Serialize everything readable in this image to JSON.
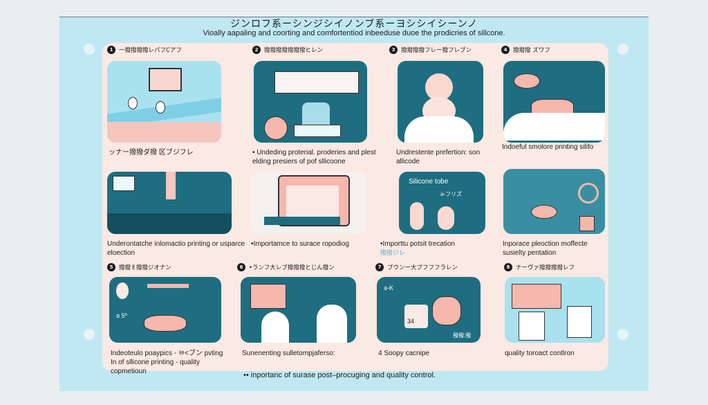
{
  "header": {
    "title_jp": "ジンロフ系ーシンジシイノンブ系ーヨシシイシーンノ",
    "subtitle": "Vioally aapaling and coorting and comfortentiod inbeeduse duoe the prodicries of sillcone."
  },
  "rows": [
    {
      "steps": [
        {
          "num": "1",
          "label": "一撥撥撥撥レパフCアフ",
          "caption": "ッナー撥撥ダ撥 区ブジフレ",
          "sub": ""
        },
        {
          "num": "2",
          "label": "撥撥撥撥撥撥撥ヒレン",
          "caption": "• Undeding proterial. proderies and plest elding presiers of pof sllicoone",
          "sub": ""
        },
        {
          "num": "3",
          "label": "撥撥撥撥フレー撥フレブン",
          "caption": "Undrestente prefertion: son allicode",
          "sub": ""
        },
        {
          "num": "4",
          "label": "撥撥撥 ズワフ",
          "caption": "Indoeful smolore printing silifo",
          "sub": ""
        }
      ]
    },
    {
      "steps": [
        {
          "caption": "Underontatche inlomactio printing or usparce eloection",
          "sub": ""
        },
        {
          "caption": "•Importamce to surace ropodiog",
          "sub": "",
          "img_text": ""
        },
        {
          "caption": "•Importtu potsit trecation",
          "sub": "撥撥ジレ",
          "img_text": "Silicone tobe",
          "img_sub": "ə-フリズ"
        },
        {
          "caption": "Inporace pleoction moffecte susielty pentation",
          "sub": ""
        }
      ]
    },
    {
      "steps": [
        {
          "num": "5",
          "label": "撥撥ㅐ撥撥ジオナン",
          "caption": "Indeoteulo poaypics - ㅂ<ブン pvting In of sllicone printing - quality copmetioun",
          "img_text": "ə 5º"
        },
        {
          "num": "6",
          "label": "•ランフ大レブ撥撥撥とじん撥ン",
          "caption": "Sunenenting sulletompjaferso:",
          "img_text": ""
        },
        {
          "num": "7",
          "label": "ブウンー大ブフフフラレン",
          "caption": "4 Soopy cacnipe",
          "img_text": "ə-K",
          "img_sub": "34",
          "img_tag": "撥撥:撥"
        },
        {
          "num": "8",
          "label": "ナーヴァ撥撥撥撥レフ",
          "caption": "quality toroact contlron",
          "img_text": ""
        }
      ]
    }
  ],
  "footer": {
    "text": "•• inportanc of surase post–procuging and quality control."
  },
  "colors": {
    "background": "#e9eef0",
    "card": "#bfe8f3",
    "panel": "#fbe9e3",
    "teal": "#1f6d80",
    "pink": "#f6b7ad"
  }
}
